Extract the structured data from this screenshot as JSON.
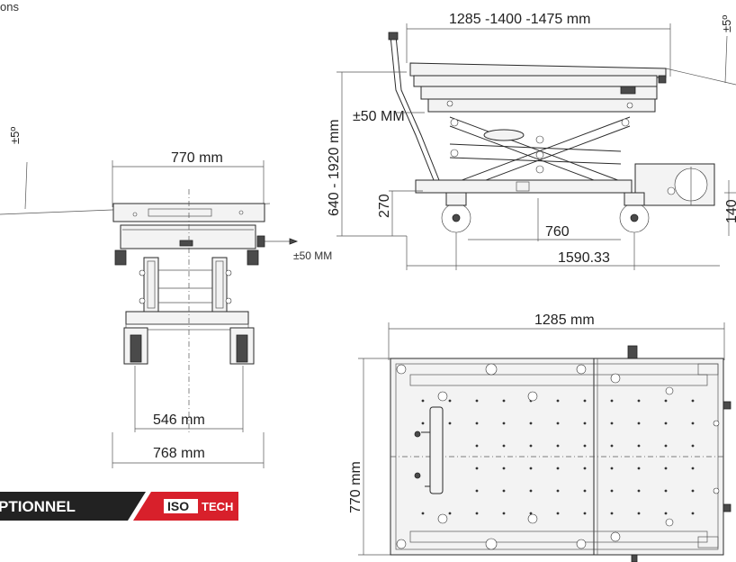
{
  "caption_fragment": "ons",
  "dimensions": {
    "top_length": "1285 -1400 -1475 mm",
    "height_range": "640 - 1920 mm",
    "tilt_side": "±5º",
    "tilt_front": "±5º",
    "level_adjust_side": "±50 MM",
    "level_adjust_front": "±50 MM",
    "low_height": "270",
    "wheelbase": "760",
    "overall_length": "1590.33",
    "box_height": "140",
    "front_width_top": "770 mm",
    "inner_wheel_gap": "546 mm",
    "front_width_base": "768 mm",
    "plan_length": "1285  mm",
    "plan_width": "770 mm"
  },
  "badge": {
    "optional_text": "PTIONNEL",
    "brand_box": "ISO",
    "brand_tail": "TECH",
    "colors": {
      "dark": "#222222",
      "red": "#d8202b",
      "white": "#ffffff"
    }
  }
}
